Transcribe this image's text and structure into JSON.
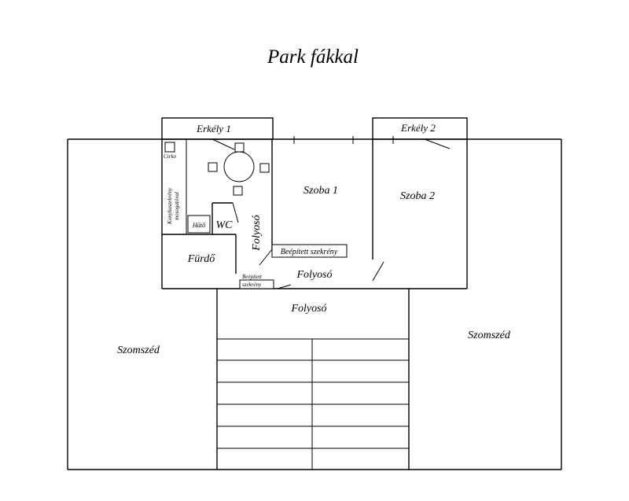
{
  "title": "Park fákkal",
  "labels": {
    "balcony_1": "Erkély 1",
    "balcony_2": "Erkély 2",
    "room_1": "Szoba 1",
    "room_2": "Szoba 2",
    "boiler": "Cirko",
    "kitchen_unit": "Konyhaszekrény mosogatóval",
    "fridge": "Hűtő",
    "wc": "WC",
    "corridor_vertical": "Folyosó",
    "built_in_wardrobe": "Beépített szekrény",
    "bathroom": "Fürdő",
    "small_wardrobe_line1": "Beépített",
    "small_wardrobe_line2": "szekrény",
    "corridor_inner": "Folyosó",
    "corridor_stair": "Folyosó",
    "neighbor_left": "Szomszéd",
    "neighbor_right": "Szomszéd"
  }
}
